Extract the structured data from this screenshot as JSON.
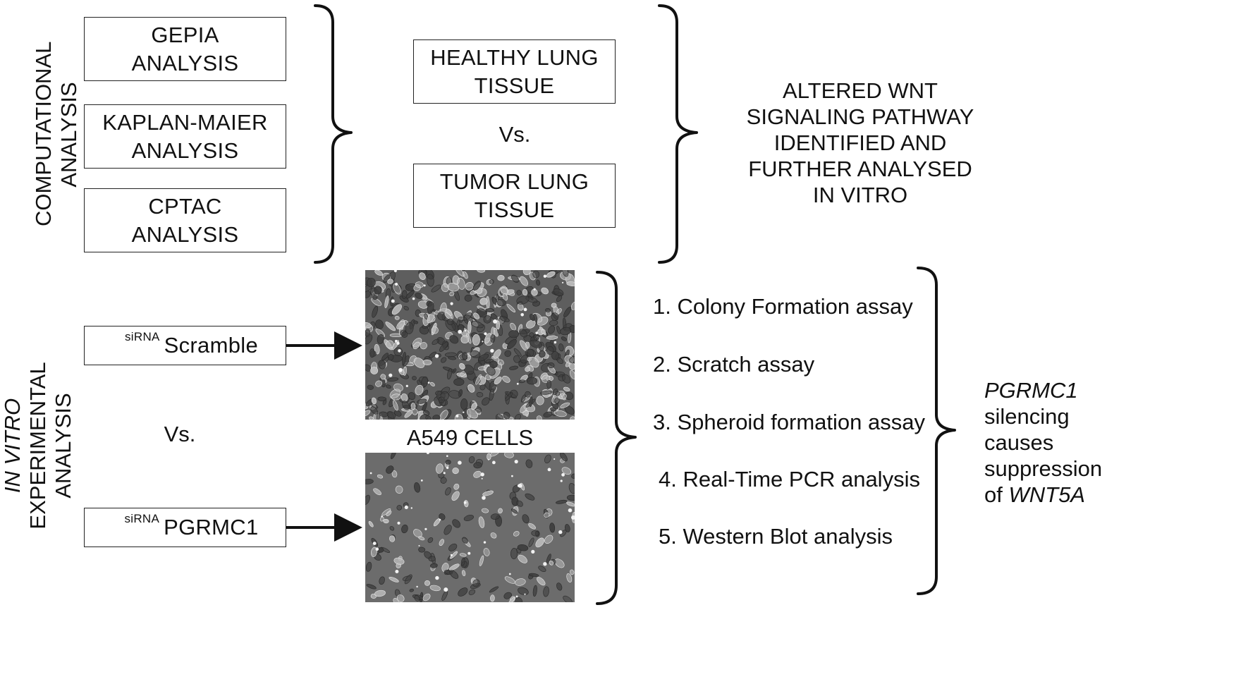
{
  "computational": {
    "side_label": [
      "COMPUTATIONAL",
      "ANALYSIS"
    ],
    "boxes": [
      {
        "line1": "GEPIA",
        "line2": "ANALYSIS"
      },
      {
        "line1": "KAPLAN-MAIER",
        "line2": "ANALYSIS"
      },
      {
        "line1": "CPTAC",
        "line2": "ANALYSIS"
      }
    ],
    "comparison": {
      "top_line1": "HEALTHY LUNG",
      "top_line2": "TISSUE",
      "vs": "Vs.",
      "bottom_line1": "TUMOR LUNG",
      "bottom_line2": "TISSUE"
    },
    "result": [
      "ALTERED WNT",
      "SIGNALING PATHWAY",
      "IDENTIFIED AND",
      "FURTHER ANALYSED",
      "IN VITRO"
    ]
  },
  "in_vitro": {
    "side_label": {
      "italic": "IN VITRO",
      "line2": "EXPERIMENTAL",
      "line3": "ANALYSIS"
    },
    "scramble": {
      "sup": "siRNA",
      "text": "Scramble"
    },
    "vs": "Vs.",
    "pgrmc1": {
      "sup": "siRNA",
      "text": "PGRMC1"
    },
    "cells_label": "A549 CELLS",
    "assays": [
      "1.  Colony Formation assay",
      "2.  Scratch assay",
      "3.  Spheroid formation assay",
      "4.  Real-Time PCR analysis",
      "5.  Western Blot analysis"
    ],
    "conclusion": {
      "gene1": "PGRMC1",
      "line2": "silencing",
      "line3": "causes",
      "line4": "suppression",
      "of": "of",
      "gene2": "WNT5A"
    }
  }
}
